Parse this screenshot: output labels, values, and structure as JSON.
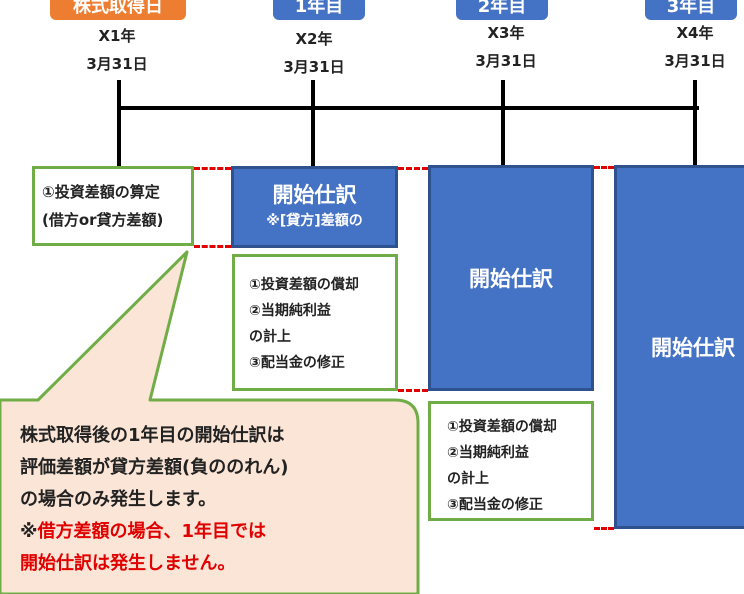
{
  "timeline": {
    "tabs": [
      {
        "label": "株式取得日"
      },
      {
        "label": "1年目"
      },
      {
        "label": "2年目"
      },
      {
        "label": "3年目"
      }
    ],
    "dates": [
      {
        "year": "X1年",
        "day": "3月31日"
      },
      {
        "year": "X2年",
        "day": "3月31日"
      },
      {
        "year": "X3年",
        "day": "3月31日"
      },
      {
        "year": "X4年",
        "day": "3月31日"
      }
    ]
  },
  "step_box": {
    "line1": "①投資差額の算定",
    "line2": "(借方or貸方差額)"
  },
  "blue_boxes": {
    "box1_title": "開始仕訳",
    "box1_sub": "※[貸方]差額の",
    "box2_title": "開始仕訳",
    "box3_title": "開始仕訳"
  },
  "green_lists": {
    "list1": [
      "①投資差額の償却",
      "②当期純利益",
      "の計上",
      "③配当金の修正"
    ],
    "list2": [
      "①投資差額の償却",
      "②当期純利益",
      "の計上",
      "③配当金の修正"
    ]
  },
  "callout": {
    "line1": "株式取得後の1年目の開始仕訳は",
    "line2": "評価差額が貸方差額(負ののれん)",
    "line3": "の場合のみ発生します。",
    "line4_prefix": "※",
    "line4_red": "借方差額の場合、1年目では",
    "line5_red": "開始仕訳は発生しません。"
  },
  "colors": {
    "orange": "#ed7d31",
    "blue": "#4472c4",
    "green": "#70ad47",
    "red": "#e00000",
    "callout_fill": "#fbe5d6"
  }
}
